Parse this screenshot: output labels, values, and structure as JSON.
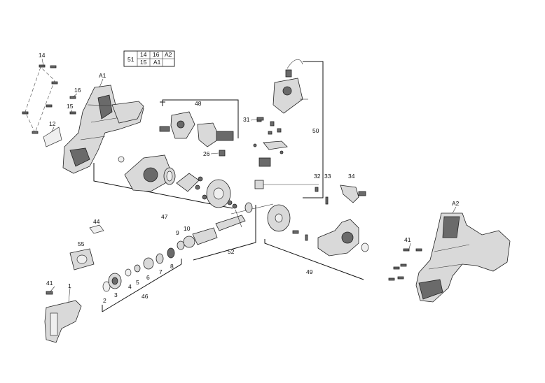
{
  "reference_table": {
    "header": "51",
    "row1": [
      "14",
      "16",
      "A2"
    ],
    "row2": [
      "15",
      "A1",
      ""
    ]
  },
  "labels": {
    "l14": "14",
    "l16": "16",
    "l15": "15",
    "l12": "12",
    "lA1": "A1",
    "l48": "48",
    "l26": "26",
    "l31": "31",
    "l50": "50",
    "l32": "32",
    "l33": "33",
    "l34": "34",
    "lA2": "A2",
    "l47": "47",
    "l44": "44",
    "l55": "55",
    "l10": "10",
    "l9": "9",
    "l52": "52",
    "l49": "49",
    "l41a": "41",
    "l41b": "41",
    "l1": "1",
    "l2": "2",
    "l3": "3",
    "l4": "4",
    "l5": "5",
    "l6": "6",
    "l7": "7",
    "l8": "8",
    "l46": "46"
  }
}
